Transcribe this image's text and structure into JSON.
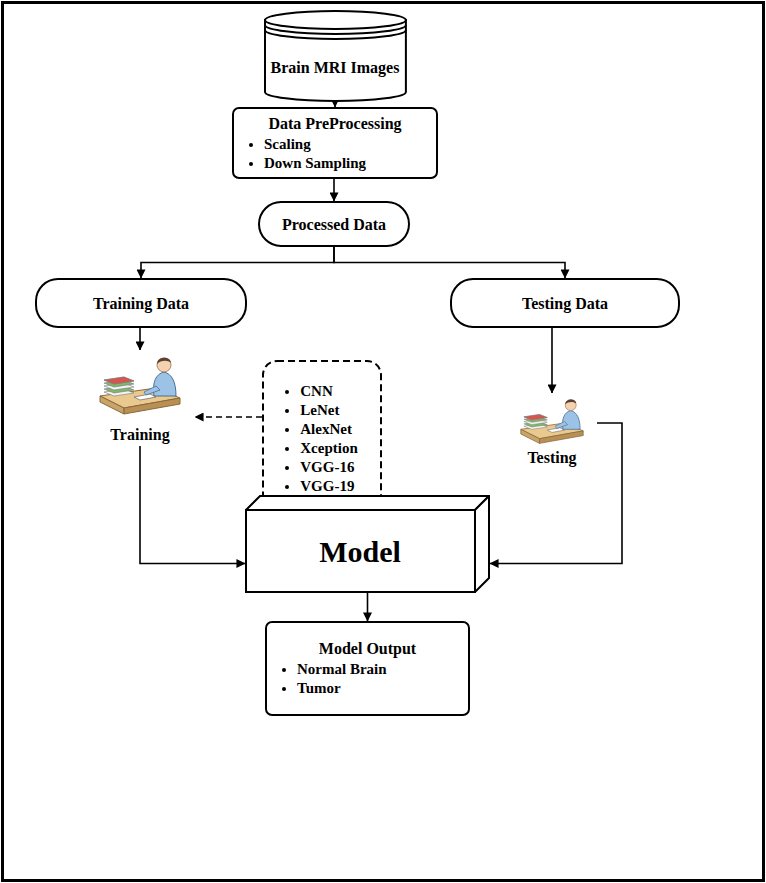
{
  "diagram": {
    "nodes": [
      {
        "text": [
          "Brain MRI Images"
        ]
      },
      {
        "text": [
          "Data PreProcessing",
          "Scaling",
          "Down Sampling"
        ]
      },
      {
        "text": [
          "Processed Data"
        ]
      },
      {
        "text": [
          "Training Data"
        ]
      },
      {
        "text": [
          "Testing Data"
        ]
      },
      {
        "text": [
          "Training"
        ]
      },
      {
        "text": [
          "CNN",
          "LeNet",
          "AlexNet",
          "Xception",
          "VGG-16",
          "VGG-19"
        ]
      },
      {
        "text": [
          "Testing"
        ]
      },
      {
        "text": [
          "Model"
        ]
      },
      {
        "text": [
          "Model Output",
          "Normal Brain",
          "Tumor"
        ]
      }
    ],
    "edges": [
      {
        "from": 0,
        "to": 1,
        "arrow": "to"
      },
      {
        "from": 1,
        "to": 2,
        "arrow": "to"
      },
      {
        "from": 2,
        "to": 3,
        "arrow": "to"
      },
      {
        "from": 2,
        "to": 4,
        "arrow": "to"
      },
      {
        "from": 3,
        "to": 5,
        "arrow": "to"
      },
      {
        "from": 6,
        "to": 5,
        "arrow": "to"
      },
      {
        "from": 4,
        "to": 7,
        "arrow": "to"
      },
      {
        "from": 5,
        "to": 8,
        "arrow": "to"
      },
      {
        "from": 7,
        "to": 8,
        "arrow": "to"
      },
      {
        "from": 8,
        "to": 9,
        "arrow": "to"
      }
    ]
  }
}
